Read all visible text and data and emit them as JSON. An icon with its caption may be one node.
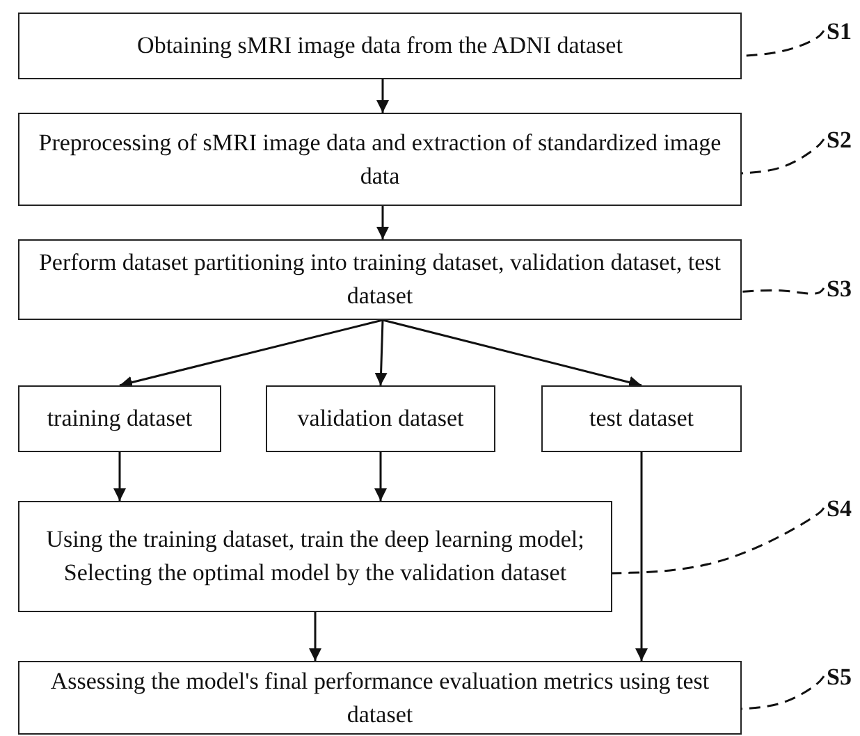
{
  "diagram": {
    "nodes": [
      {
        "text": [
          "Obtaining sMRI image data from the ADNI dataset"
        ]
      },
      {
        "text": [
          "Preprocessing of sMRI image data and extraction of standardized image data"
        ]
      },
      {
        "text": [
          "Perform dataset partitioning into training dataset, validation dataset, test dataset"
        ]
      },
      {
        "text": [
          "training dataset"
        ]
      },
      {
        "text": [
          "validation dataset"
        ]
      },
      {
        "text": [
          "test dataset"
        ]
      },
      {
        "text": [
          "Using the training dataset, train the deep learning model; Selecting the optimal model by the validation dataset"
        ]
      },
      {
        "text": [
          "Assessing the model's final performance evaluation metrics using test dataset"
        ]
      },
      {
        "text": [
          "S1"
        ]
      },
      {
        "text": [
          "S2"
        ]
      },
      {
        "text": [
          "S3"
        ]
      },
      {
        "text": [
          "S4"
        ]
      },
      {
        "text": [
          "S5"
        ]
      }
    ],
    "edges": [
      {
        "from": 0,
        "to": 1,
        "arrow": "to"
      },
      {
        "from": 1,
        "to": 2,
        "arrow": "to"
      },
      {
        "from": 2,
        "to": 3,
        "arrow": "to"
      },
      {
        "from": 2,
        "to": 4,
        "arrow": "to"
      },
      {
        "from": 2,
        "to": 5,
        "arrow": "to"
      },
      {
        "from": 3,
        "to": 6,
        "arrow": "to"
      },
      {
        "from": 4,
        "to": 6,
        "arrow": "to"
      },
      {
        "from": 6,
        "to": 7,
        "arrow": "to"
      },
      {
        "from": 5,
        "to": 7,
        "arrow": "to"
      },
      {
        "from": 8,
        "to": 0,
        "arrow": "none",
        "style": "dashed"
      },
      {
        "from": 9,
        "to": 1,
        "arrow": "none",
        "style": "dashed"
      },
      {
        "from": 10,
        "to": 2,
        "arrow": "none",
        "style": "dashed"
      },
      {
        "from": 11,
        "to": 6,
        "arrow": "none",
        "style": "dashed"
      },
      {
        "from": 12,
        "to": 7,
        "arrow": "none",
        "style": "dashed"
      }
    ]
  }
}
